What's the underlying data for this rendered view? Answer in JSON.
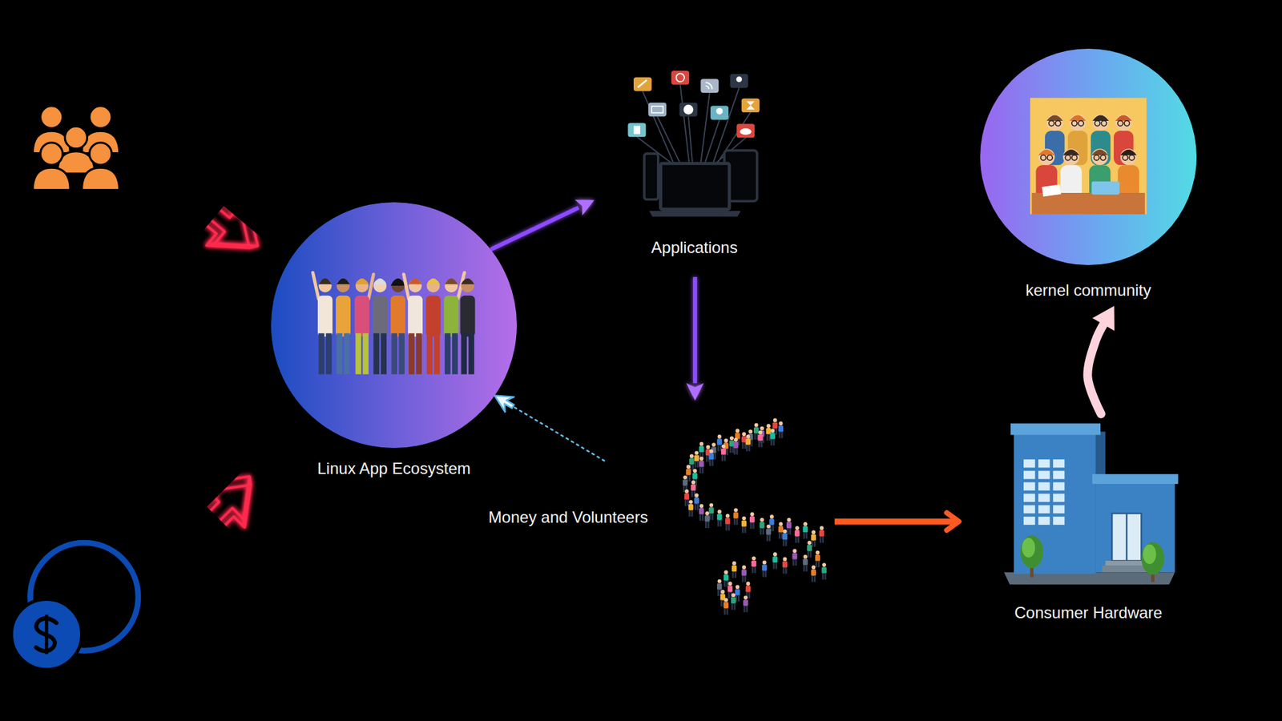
{
  "diagram": {
    "nodes": [
      {
        "text": [
          "Linux App Ecosystem"
        ]
      },
      {
        "text": [
          "Applications"
        ]
      },
      {
        "text": [
          "Money and Volunteers"
        ]
      },
      {
        "text": [
          "Consumer Hardware"
        ]
      },
      {
        "text": [
          "kernel community"
        ]
      }
    ],
    "edges": [
      {
        "from": 0,
        "to": 1,
        "arrow": "to"
      },
      {
        "from": 1,
        "to": 2,
        "arrow": "to"
      },
      {
        "from": 2,
        "to": 0,
        "arrow": "to"
      },
      {
        "from": 2,
        "to": 3,
        "arrow": "to"
      },
      {
        "from": 3,
        "to": 4,
        "arrow": "to"
      }
    ]
  }
}
